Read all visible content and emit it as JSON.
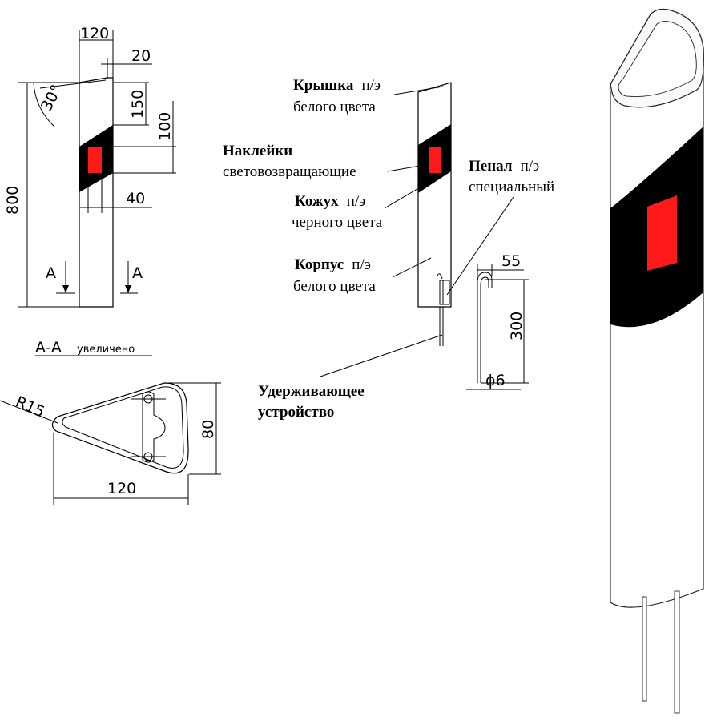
{
  "drawing": {
    "dimensions": {
      "width_top": "120",
      "cap_offset": "20",
      "angle": "30°",
      "height_total": "800",
      "band_offset": "150",
      "band_height": "100",
      "reflector_width": "40",
      "section_a_left": "A",
      "section_a_right": "A"
    },
    "section": {
      "title_main": "А-А",
      "title_small": "увеличено",
      "radius": "R15",
      "width": "120",
      "height": "80"
    },
    "callouts": {
      "cap": {
        "bold": "Крышка",
        "rest": "п/э",
        "line2": "белого цвета"
      },
      "stickers": {
        "bold": "Наклейки",
        "line2": "световозвращающие"
      },
      "sleeve": {
        "bold": "Кожух",
        "rest": "п/э",
        "line2": "черного цвета"
      },
      "case": {
        "bold": "Пенал",
        "rest": "п/э",
        "line2": "специальный"
      },
      "body": {
        "bold": "Корпус",
        "rest": "п/э",
        "line2": "белого цвета"
      },
      "holder": {
        "line1": "Удерживающее",
        "line2": "устройство"
      }
    },
    "rod": {
      "width": "55",
      "height": "300",
      "diameter": "ϕ6"
    },
    "colors": {
      "band": "#000000",
      "reflector": "#ff0000",
      "body": "#ffffff",
      "line": "#000000"
    }
  }
}
